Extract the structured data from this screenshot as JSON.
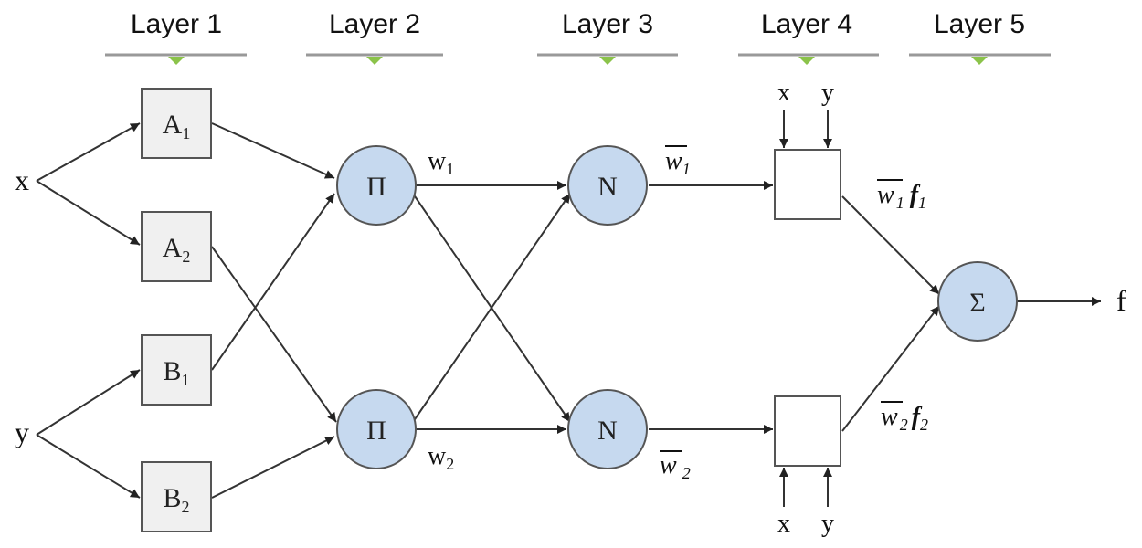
{
  "layers": [
    {
      "label": "Layer 1"
    },
    {
      "label": "Layer 2"
    },
    {
      "label": "Layer 3"
    },
    {
      "label": "Layer 4"
    },
    {
      "label": "Layer 5"
    }
  ],
  "inputs": {
    "x": "x",
    "y": "y"
  },
  "layer1": [
    {
      "main": "A",
      "sub": "1"
    },
    {
      "main": "A",
      "sub": "2"
    },
    {
      "main": "B",
      "sub": "1"
    },
    {
      "main": "B",
      "sub": "2"
    }
  ],
  "layer2": {
    "symbol": "Π"
  },
  "layer3": {
    "symbol": "N"
  },
  "layer5": {
    "symbol": "Σ"
  },
  "output": "f",
  "edge_labels": {
    "w1": {
      "main": "w",
      "sub": "1"
    },
    "w2": {
      "main": "w",
      "sub": "2"
    },
    "wbar1": {
      "main": "w",
      "sub": "1"
    },
    "wbar2": {
      "main": "w",
      "sub": "2"
    },
    "wf1": {
      "w": "w",
      "wsub": "1",
      "f": "f",
      "fsub": "1"
    },
    "wf2": {
      "w": "w",
      "wsub": "2",
      "f": "f",
      "fsub": "2"
    }
  },
  "colors": {
    "circle_fill": "#c6d9ef",
    "box_fill": "#f0f0f0",
    "marker": "#8bc34a",
    "bar": "#999999"
  }
}
